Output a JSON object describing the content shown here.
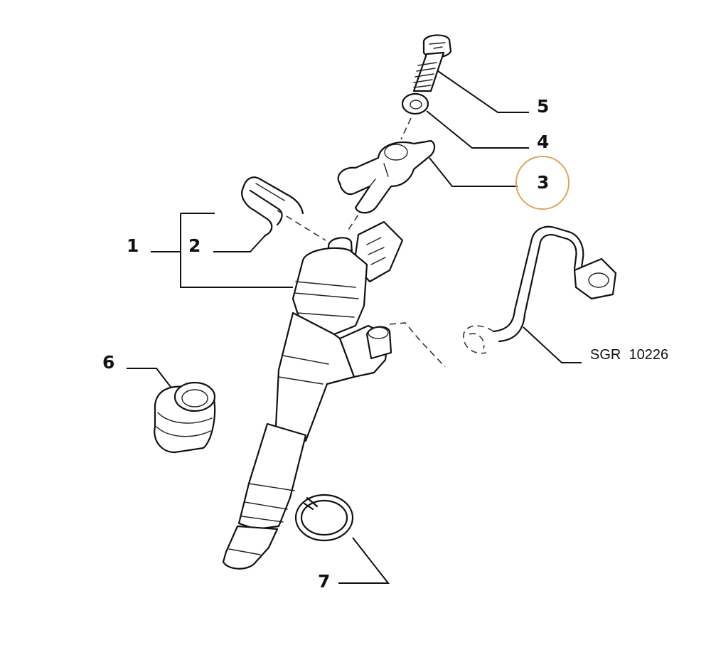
{
  "callouts": {
    "c1": "1",
    "c2": "2",
    "c3": "3",
    "c4": "4",
    "c5": "5",
    "c6": "6",
    "c7": "7"
  },
  "reference_code": "SGR  10226",
  "highlight_color": "#d9a75a",
  "icons": {
    "bolt": "bolt-icon",
    "washer": "washer-icon",
    "bracket": "clamp-bracket-icon",
    "clip": "wire-clip-icon",
    "injector": "fuel-injector-icon",
    "seal": "rubber-seal-icon",
    "ring": "o-ring-icon",
    "pipe": "fuel-pipe-icon"
  }
}
